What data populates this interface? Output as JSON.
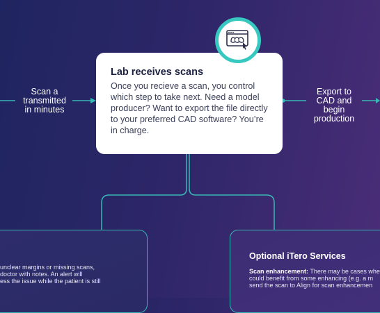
{
  "flow": {
    "left_label": [
      "Scan a",
      "transmitted",
      "in minutes"
    ],
    "right_label": [
      "Export to",
      "CAD and",
      "begin",
      "production"
    ]
  },
  "center_card": {
    "title": "Lab receives scans",
    "body": "Once you recieve a scan, you control which step to take next. Need a model producer? Want to export the file directly to your preferred CAD software? You’re in charge.",
    "icon": "browser-window-teeth-icon"
  },
  "left_panel": {
    "lines": [
      " unclear margins or missing scans,",
      " doctor with notes. An alert will",
      "ess the issue while the patient is still"
    ]
  },
  "right_panel": {
    "title": "Optional iTero Services",
    "lead": "Scan enhancement:",
    "line1_rest": " There may be cases whe",
    "line2": "could benefit from some enhancing (e.g. a m",
    "line3": "send the scan to Align for scan enhancemen"
  },
  "colors": {
    "accent": "#37c9c0",
    "background_start": "#1f2560",
    "background_end": "#4a2d78",
    "card": "#ffffff"
  }
}
